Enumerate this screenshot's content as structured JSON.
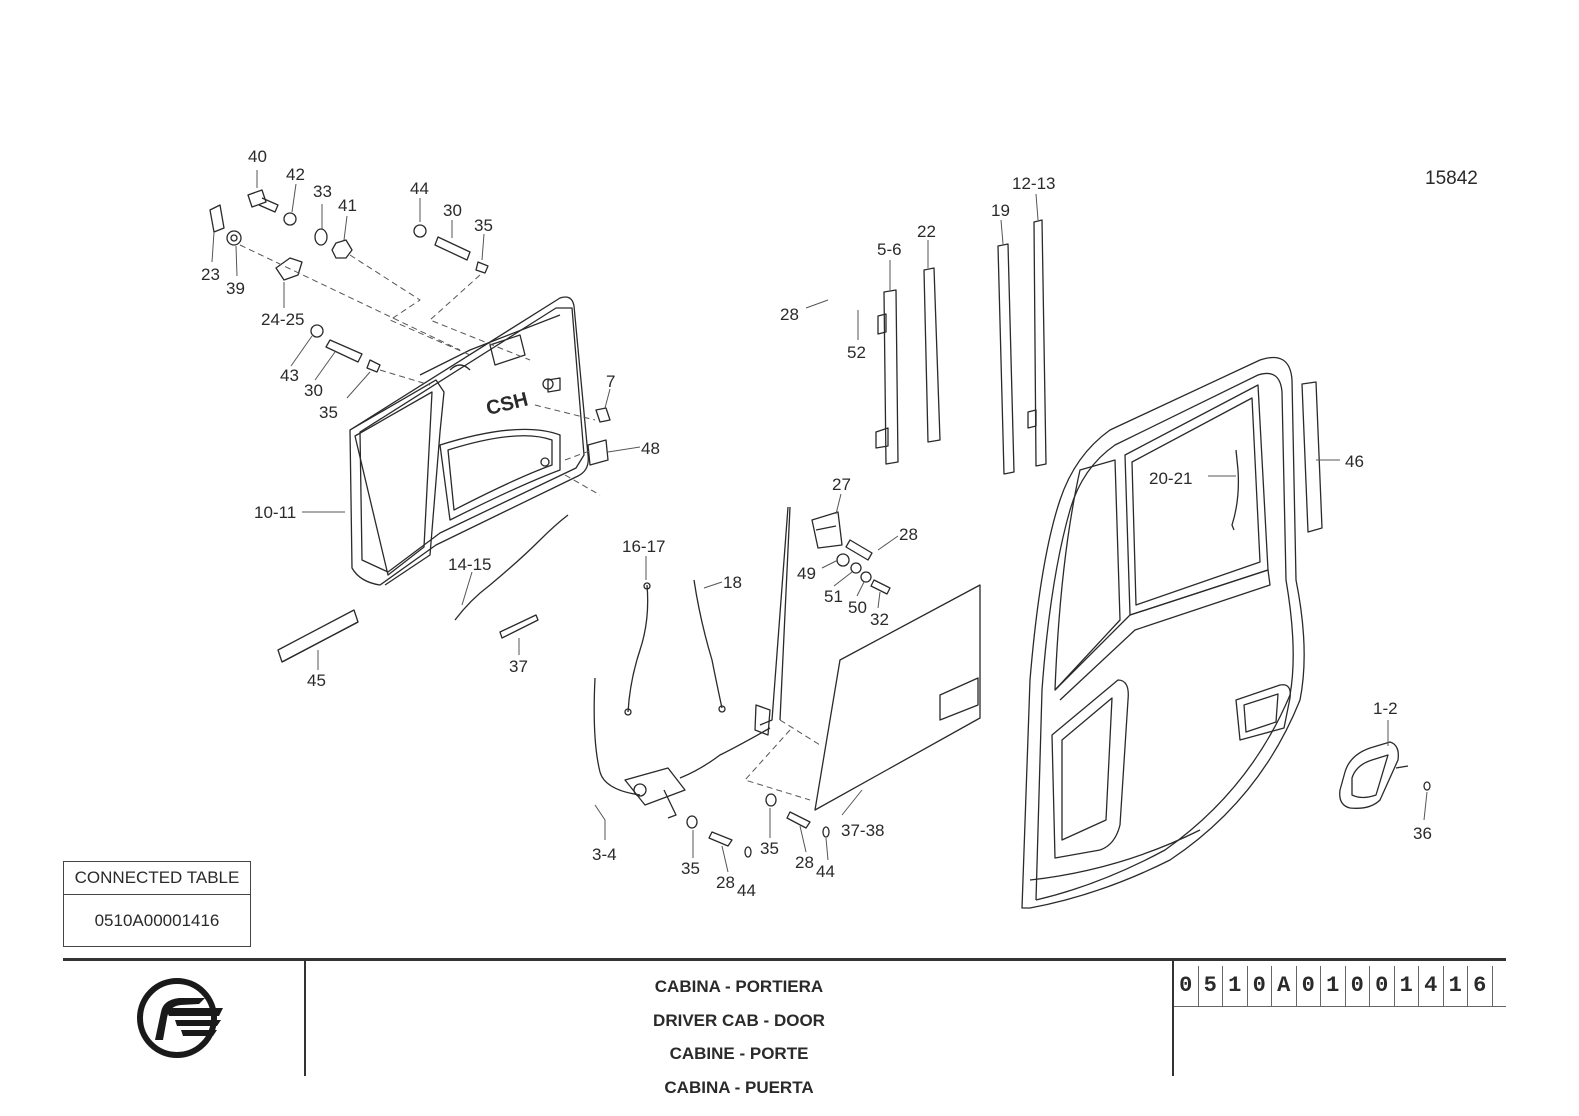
{
  "sheet_number": "15842",
  "callouts": [
    "40",
    "42",
    "33",
    "41",
    "44",
    "30",
    "35",
    "23",
    "39",
    "24-25",
    "43",
    "30",
    "35",
    "7",
    "48",
    "10-11",
    "14-15",
    "45",
    "37",
    "16-17",
    "18",
    "3-4",
    "35",
    "28",
    "44",
    "35",
    "28",
    "44",
    "37-38",
    "27",
    "28",
    "49",
    "51",
    "50",
    "32",
    "28",
    "52",
    "5-6",
    "22",
    "19",
    "12-13",
    "46",
    "20-21",
    "1-2",
    "36"
  ],
  "connected_table": {
    "header": "CONNECTED TABLE",
    "value": "0510A00001416"
  },
  "title_block": {
    "titles": [
      "CABINA - PORTIERA",
      "DRIVER CAB - DOOR",
      "CABINE - PORTE",
      "CABINA - PUERTA"
    ],
    "code_digits": [
      "0",
      "5",
      "1",
      "0",
      "A",
      "0",
      "1",
      "0",
      "0",
      "1",
      "4",
      "1",
      "6"
    ]
  },
  "colors": {
    "line": "#2a2a2a",
    "leader": "#555555"
  }
}
